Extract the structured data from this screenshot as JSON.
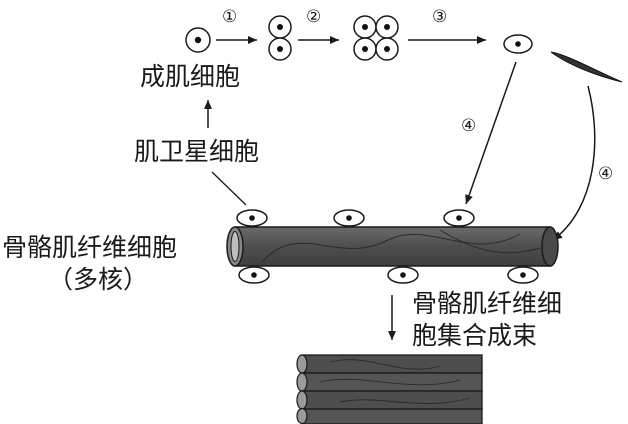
{
  "steps": [
    "①",
    "②",
    "③",
    "④",
    "④"
  ],
  "labels": {
    "myoblast": "成肌细胞",
    "satellite": "肌卫星细胞",
    "fiber_line1": "骨骼肌纤维细胞",
    "fiber_line2": "（多核）",
    "bundle_line1": "骨骼肌纤维细",
    "bundle_line2": "胞集合成束"
  },
  "colors": {
    "ink": "#1a1a1a",
    "fiber_fill": "#5a5a5a",
    "nucleus": "#111111"
  }
}
